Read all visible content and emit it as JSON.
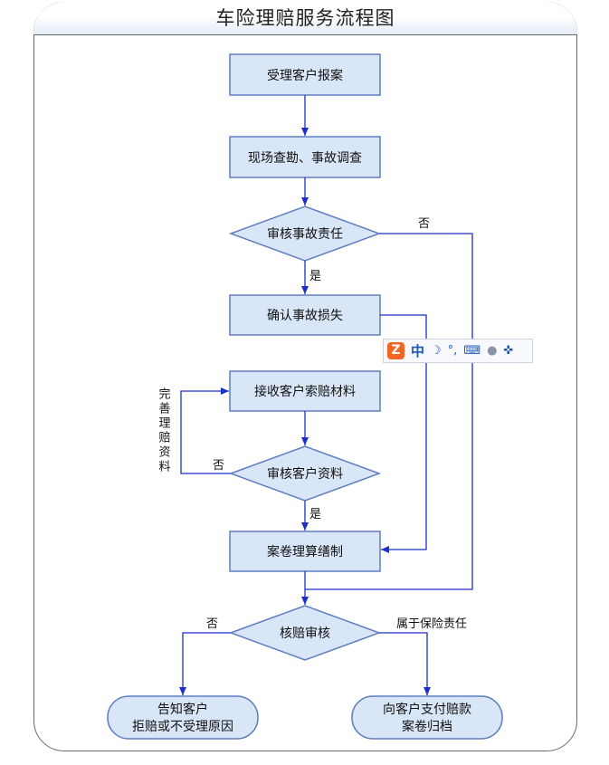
{
  "title": "车险理赔服务流程图",
  "nodes": {
    "n1": "受理客户报案",
    "n2": "现场查勘、事故调查",
    "d1": "审核事故责任",
    "n3": "确认事故损失",
    "n4": "接收客户索赔材料",
    "d2": "审核客户资料",
    "n5": "案卷理算缮制",
    "d3": "核赔审核",
    "e1_line1": "告知客户",
    "e1_line2": "拒赔或不受理原因",
    "e2_line1": "向客户支付赔款",
    "e2_line2": "案卷归档"
  },
  "edge_labels": {
    "d1_no": "否",
    "d1_yes": "是",
    "d2_no": "否",
    "d2_yes": "是",
    "d3_no": "否",
    "d3_yes": "属于保险责任",
    "loop_side_label": "完善理赔资料"
  },
  "ime_toolbar": {
    "logo": "Z",
    "mode": "中",
    "icons": [
      "moon-icon",
      "punctuation-icon",
      "keyboard-icon",
      "user-icon",
      "wrench-icon"
    ]
  },
  "colors": {
    "box_fill": "#d9e6f7",
    "box_stroke": "#5e7ec0",
    "arrow": "#1f2fc5",
    "frame": "#6a6a6a"
  }
}
